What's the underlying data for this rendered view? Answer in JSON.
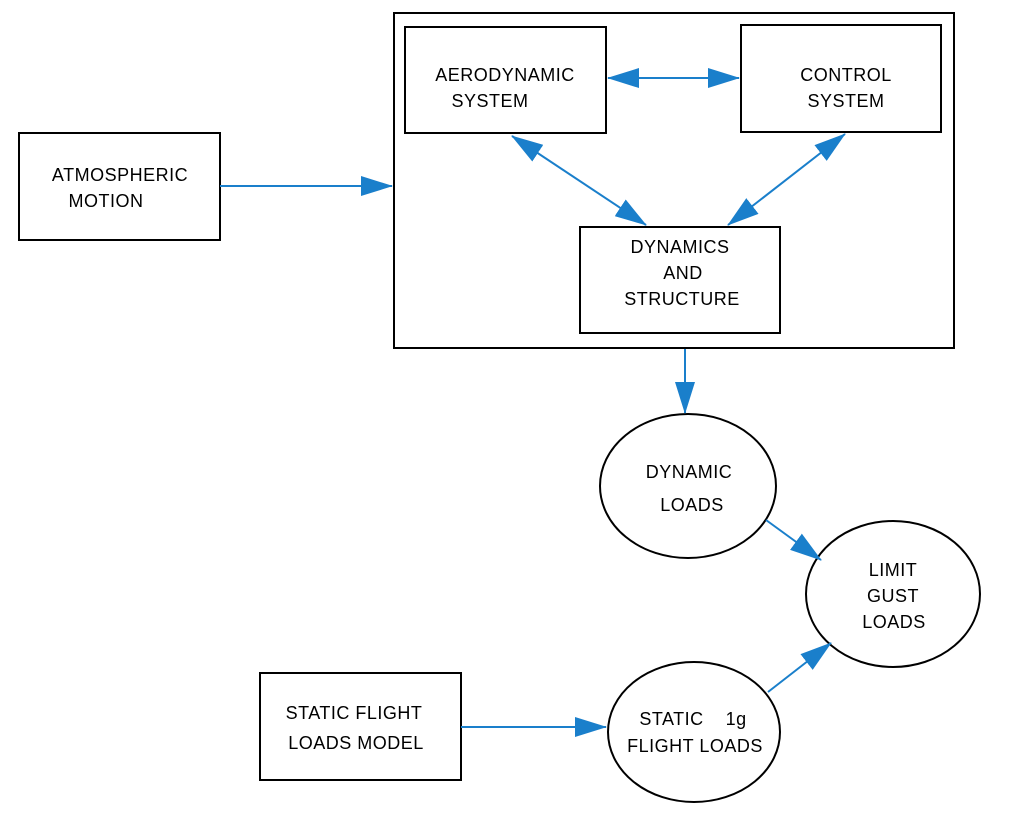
{
  "colors": {
    "arrow": "#1a7fcb",
    "outline": "#000000",
    "background": "#ffffff"
  },
  "nodes": {
    "atmospheric_motion": [
      "ATMOSPHERIC",
      "MOTION"
    ],
    "aerodynamic_system": [
      "AERODYNAMIC",
      "SYSTEM"
    ],
    "control_system": [
      "CONTROL",
      "SYSTEM"
    ],
    "dynamics_structure": [
      "DYNAMICS",
      "AND",
      "STRUCTURE"
    ],
    "dynamic_loads": [
      "DYNAMIC",
      "LOADS"
    ],
    "limit_gust_loads": [
      "LIMIT",
      "GUST",
      "LOADS"
    ],
    "static_flight_loads_model": [
      "STATIC FLIGHT",
      "LOADS MODEL"
    ],
    "static_1g_flight_loads": [
      "STATIC    1g",
      "FLIGHT LOADS"
    ]
  },
  "edges": [
    {
      "from": "atmospheric_motion",
      "to": "system_enclosure",
      "direction": "one-way"
    },
    {
      "from": "aerodynamic_system",
      "to": "control_system",
      "direction": "two-way"
    },
    {
      "from": "aerodynamic_system",
      "to": "dynamics_structure",
      "direction": "two-way"
    },
    {
      "from": "control_system",
      "to": "dynamics_structure",
      "direction": "two-way"
    },
    {
      "from": "system_enclosure",
      "to": "dynamic_loads",
      "direction": "one-way"
    },
    {
      "from": "dynamic_loads",
      "to": "limit_gust_loads",
      "direction": "one-way"
    },
    {
      "from": "static_flight_loads_model",
      "to": "static_1g_flight_loads",
      "direction": "one-way"
    },
    {
      "from": "static_1g_flight_loads",
      "to": "limit_gust_loads",
      "direction": "one-way"
    }
  ]
}
